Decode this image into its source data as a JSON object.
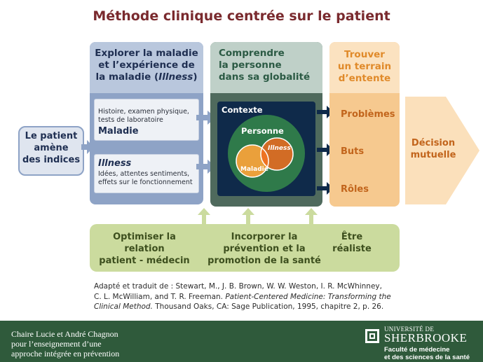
{
  "title": "Méthode clinique centrée sur le patient",
  "patient": [
    "Le patient",
    "amène",
    "des indices"
  ],
  "col1": {
    "header": [
      "Explorer la maladie",
      "et l’expérience de",
      "la maladie ("
    ],
    "header_italic": "Illness",
    "header_end": ")",
    "box1_small": [
      "Histoire, examen physique,",
      "tests de laboratoire"
    ],
    "box1_label": "Maladie",
    "box2_label": "Illness",
    "box2_small": [
      "Idées, attentes sentiments,",
      "effets sur le fonctionnement"
    ]
  },
  "col2": {
    "header": [
      "Comprendre",
      "la personne",
      "dans sa globalité"
    ],
    "contexte": "Contexte",
    "personne": "Personne",
    "illness": "Illness",
    "maladie": "Maladie"
  },
  "col3": {
    "header": [
      "Trouver",
      "un terrain",
      "d’entente"
    ],
    "items": [
      "Problèmes",
      "Buts",
      "Rôles"
    ]
  },
  "decision": [
    "Décision",
    "mutuelle"
  ],
  "bottom": {
    "items": [
      [
        "Optimiser la",
        "relation",
        "patient - médecin"
      ],
      [
        "Incorporer la",
        "prévention et la",
        "promotion de la santé"
      ],
      [
        "Être",
        "réaliste"
      ]
    ]
  },
  "citation": {
    "line1": "Adapté et traduit de : Stewart, M., J. B. Brown, W. W. Weston, I. R. McWhinney,",
    "line2a": "C. L. McWilliam, and T. R. Freeman. ",
    "line2_italic": "Patient-Centered Medicine: Transforming the",
    "line3_italic": "Clinical Method.",
    "line3b": " Thousand Oaks, CA: Sage Publication, 1995, chapitre 2, p. 26."
  },
  "footer": {
    "left": [
      "Chaire Lucie et André Chagnon",
      "pour l’enseignement d’une",
      "approche intégrée en prévention"
    ],
    "univ_small": "UNIVERSITÉ DE",
    "univ_big": "SHERBROOKE",
    "faculty": [
      "Faculté de médecine",
      "et des sciences de la santé"
    ]
  },
  "colors": {
    "title": "#7a2a2e",
    "blue": "#8ea3c6",
    "green_dark": "#4f6a5d",
    "orange": "#f6c98f",
    "olive": "#cbdb9e",
    "footer": "#2f5a3b"
  }
}
